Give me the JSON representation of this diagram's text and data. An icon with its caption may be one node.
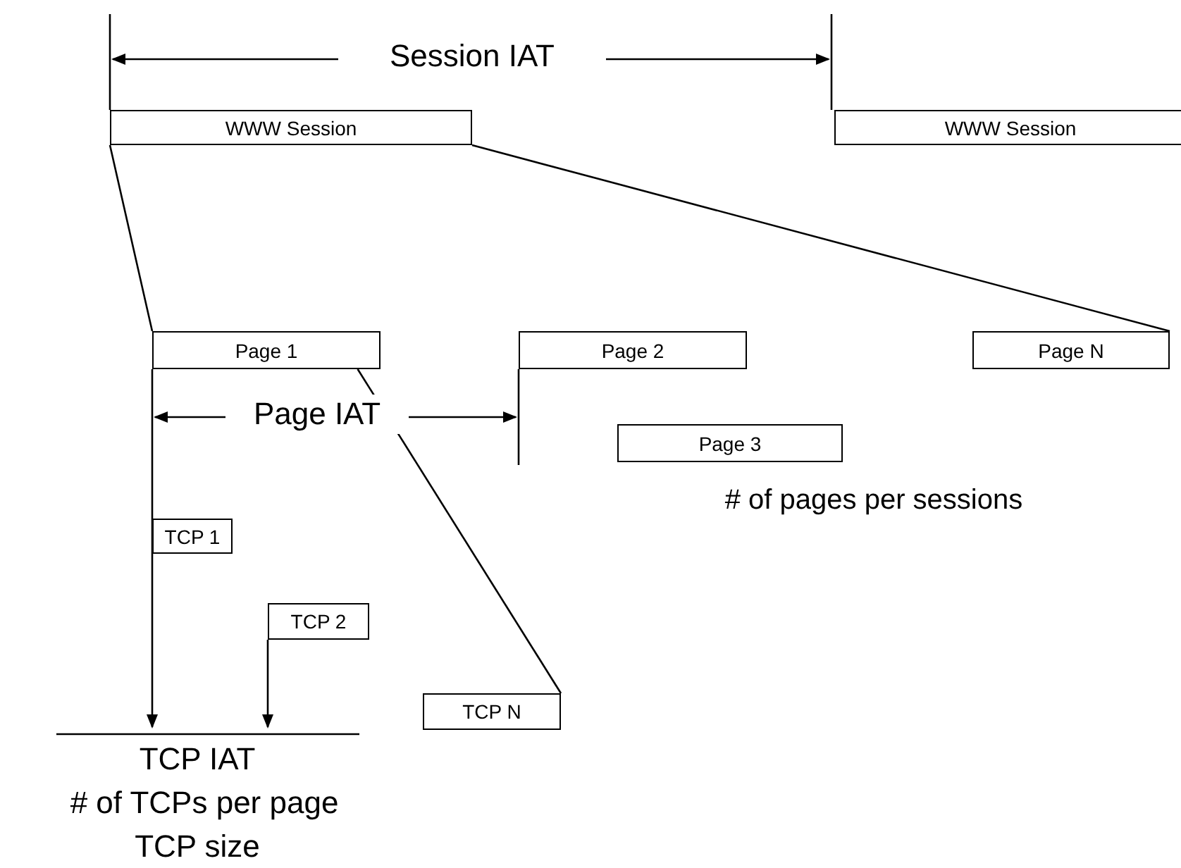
{
  "diagram": {
    "nodes": [
      {
        "text": [
          "WWW Session"
        ]
      },
      {
        "text": [
          "WWW Session"
        ]
      },
      {
        "text": [
          "Page 1"
        ]
      },
      {
        "text": [
          "Page 2"
        ]
      },
      {
        "text": [
          "Page N"
        ]
      },
      {
        "text": [
          "Page 3"
        ]
      },
      {
        "text": [
          "TCP 1"
        ]
      },
      {
        "text": [
          "TCP 2"
        ]
      },
      {
        "text": [
          "TCP N"
        ]
      }
    ],
    "edges": [
      {
        "from": 0,
        "to": 2,
        "arrow": "none"
      },
      {
        "from": 0,
        "to": 4,
        "arrow": "none"
      },
      {
        "from": 2,
        "to": 8,
        "arrow": "none"
      }
    ],
    "labels": [
      "Session IAT",
      "Page IAT",
      "# of pages per sessions",
      "TCP IAT",
      "# of TCPs per page",
      "TCP size"
    ]
  }
}
